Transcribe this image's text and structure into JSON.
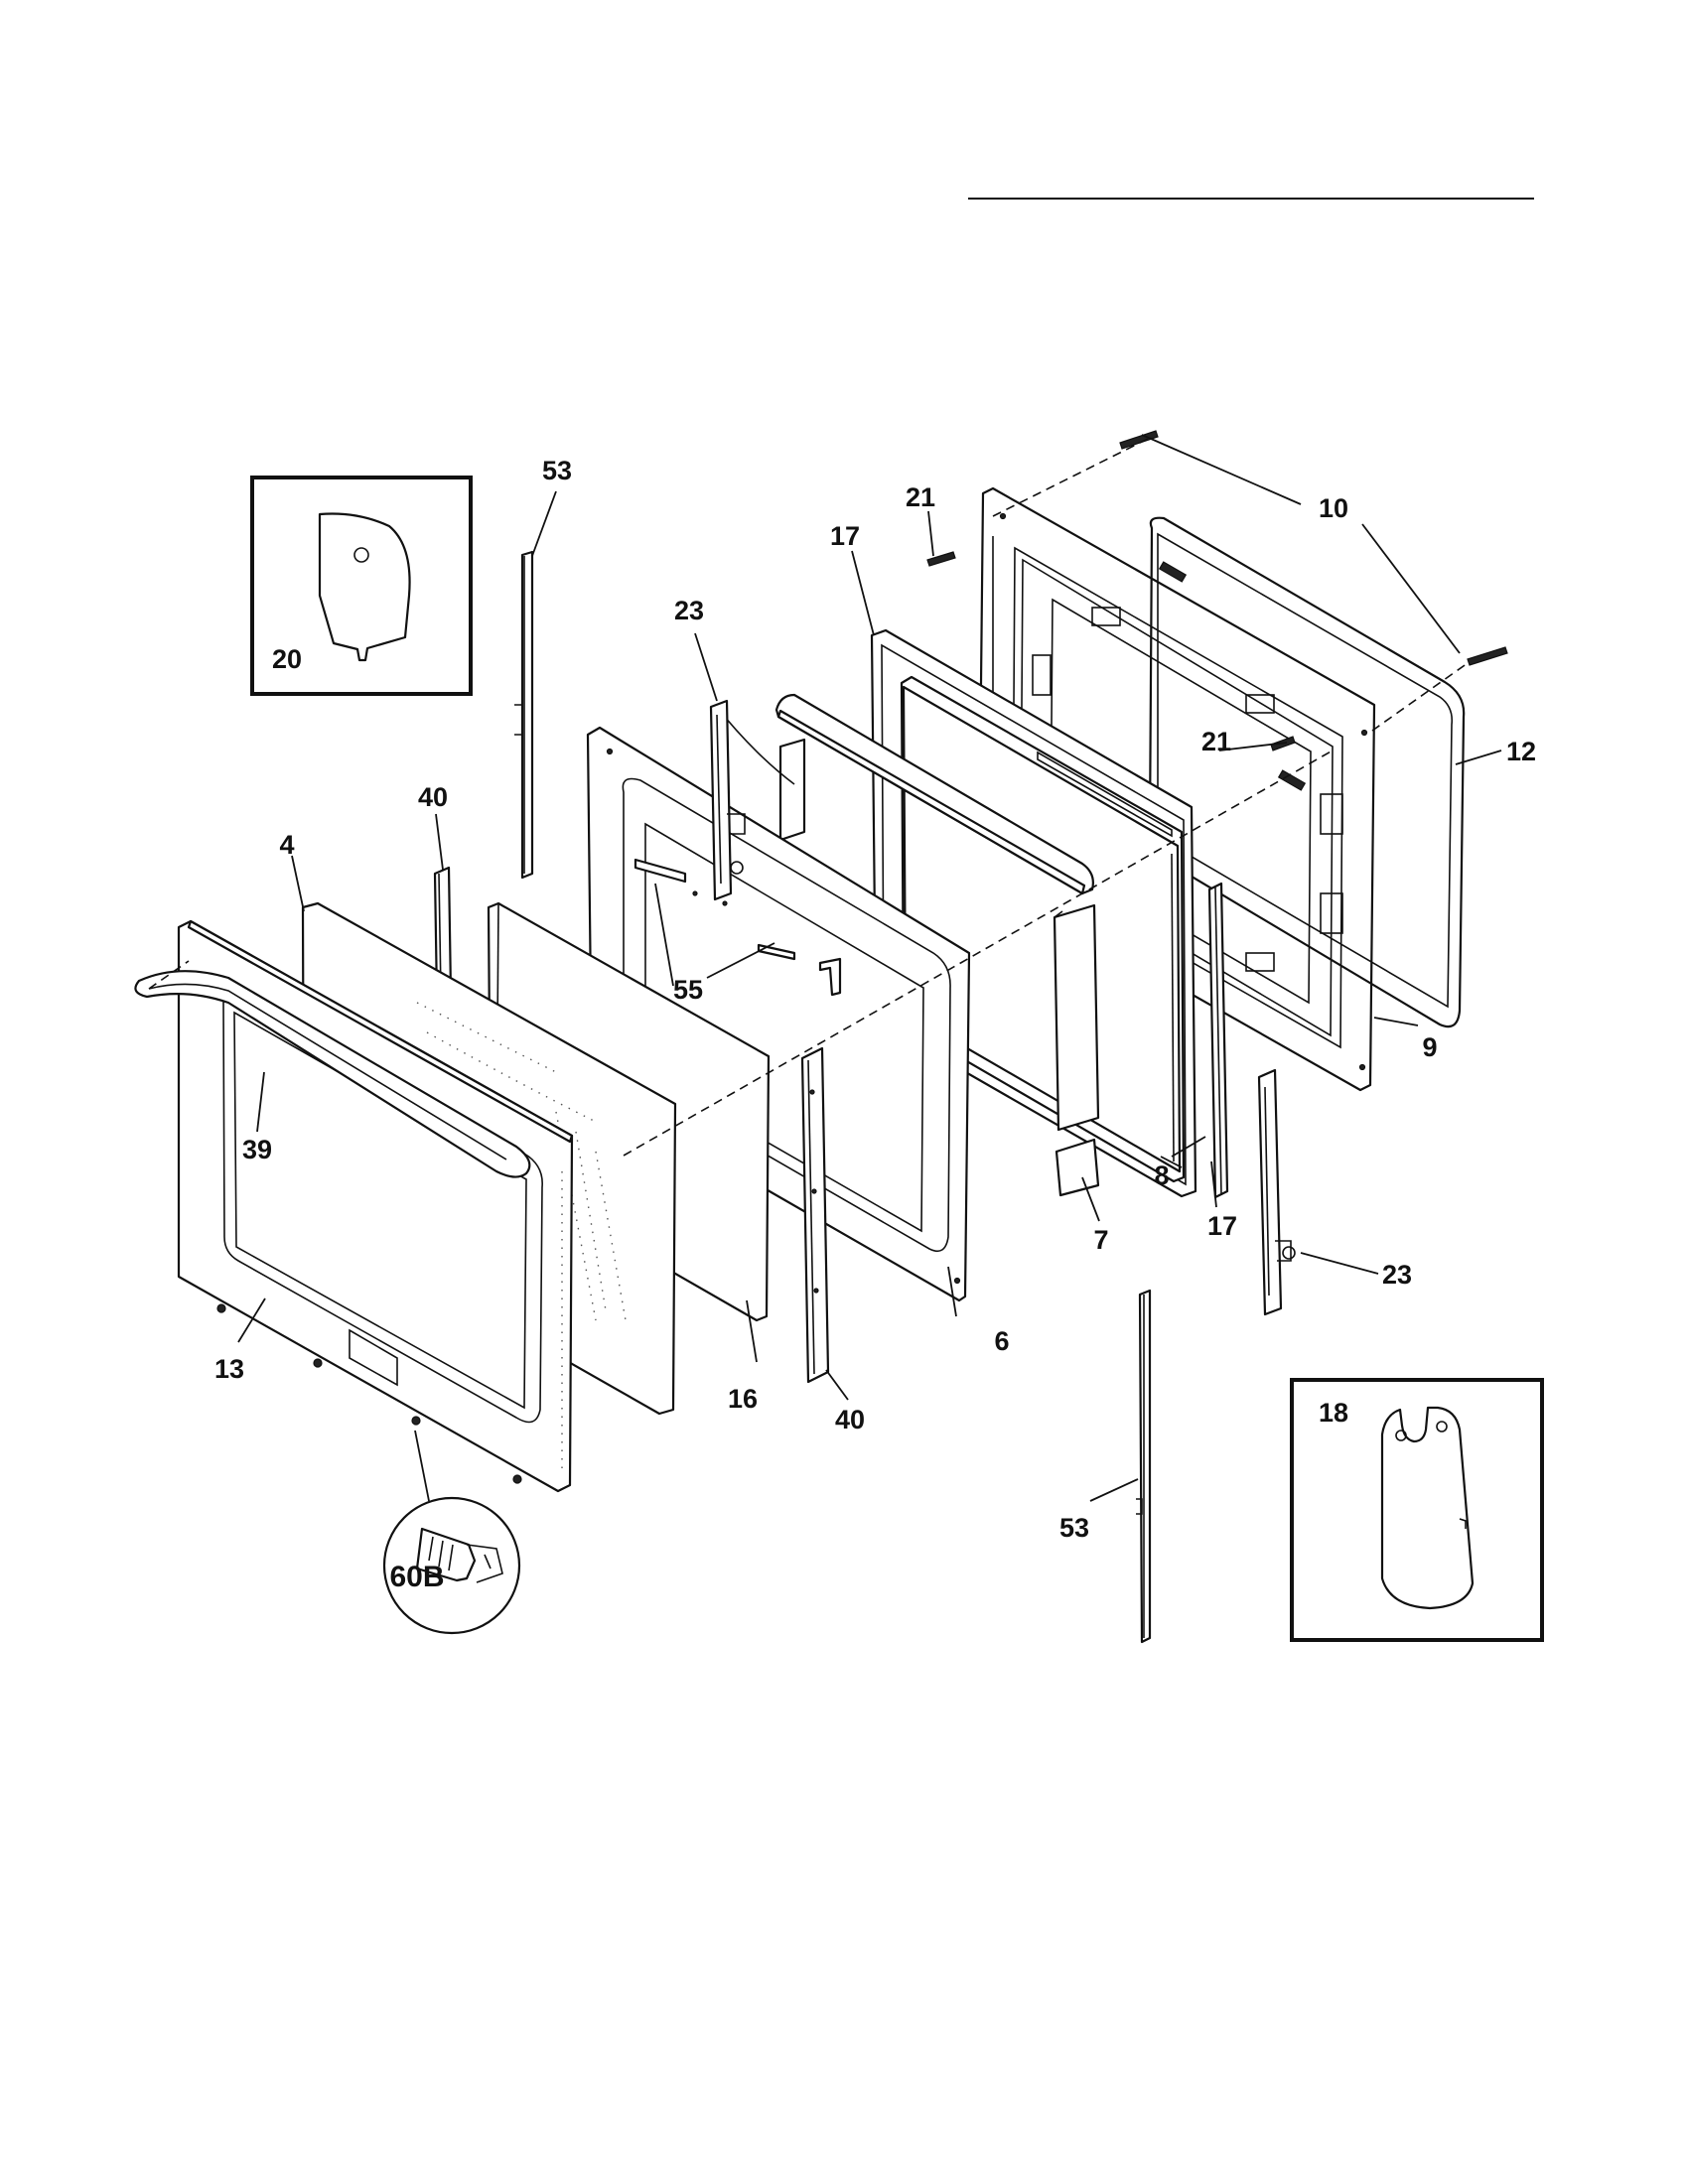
{
  "callouts": {
    "c4": "4",
    "c6": "6",
    "c7": "7",
    "c8": "8",
    "c9": "9",
    "c10": "10",
    "c12": "12",
    "c13": "13",
    "c16": "16",
    "c17a": "17",
    "c17b": "17",
    "c18": "18",
    "c20": "20",
    "c21a": "21",
    "c21b": "21",
    "c23a": "23",
    "c23b": "23",
    "c39": "39",
    "c40a": "40",
    "c40b": "40",
    "c53a": "53",
    "c53b": "53",
    "c55": "55",
    "c60b": "60B"
  }
}
